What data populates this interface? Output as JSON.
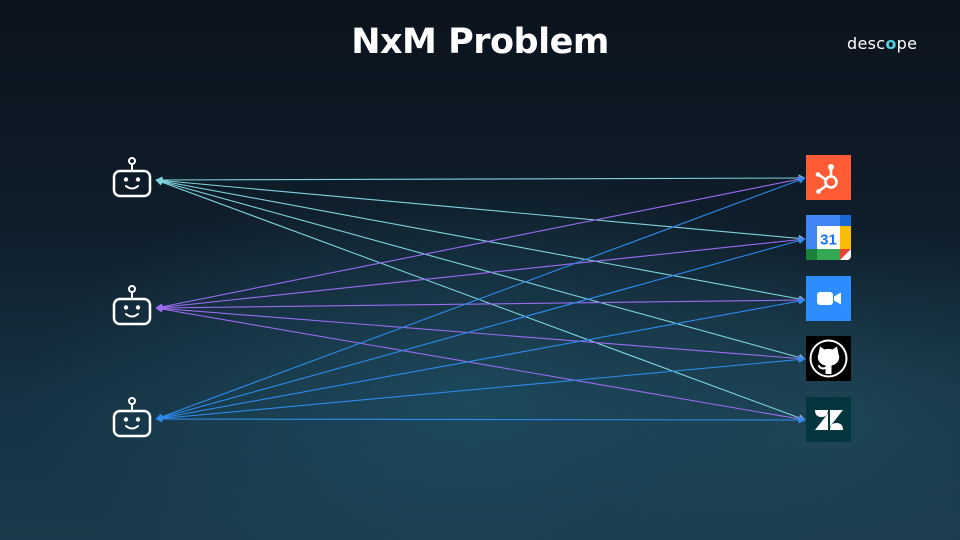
{
  "title": "NxM Problem",
  "brand": {
    "text_before": "desc",
    "text_accent": "o",
    "text_after": "pe"
  },
  "agents": [
    {
      "id": "agent-1",
      "icon": "robot-icon",
      "line_color": "#7fd3dd"
    },
    {
      "id": "agent-2",
      "icon": "robot-icon",
      "line_color": "#9b6cf0"
    },
    {
      "id": "agent-3",
      "icon": "robot-icon",
      "line_color": "#2f8bea"
    }
  ],
  "tools": [
    {
      "id": "hubspot",
      "icon": "hubspot-icon",
      "bg": "#ff5c35"
    },
    {
      "id": "google-calendar",
      "icon": "google-calendar-icon",
      "label": "31"
    },
    {
      "id": "zoom",
      "icon": "zoom-icon",
      "bg": "#2d8cff"
    },
    {
      "id": "github",
      "icon": "github-icon",
      "bg": "#000000"
    },
    {
      "id": "zendesk",
      "icon": "zendesk-icon",
      "bg": "#03363d"
    }
  ],
  "connections": "every agent connects to every tool"
}
